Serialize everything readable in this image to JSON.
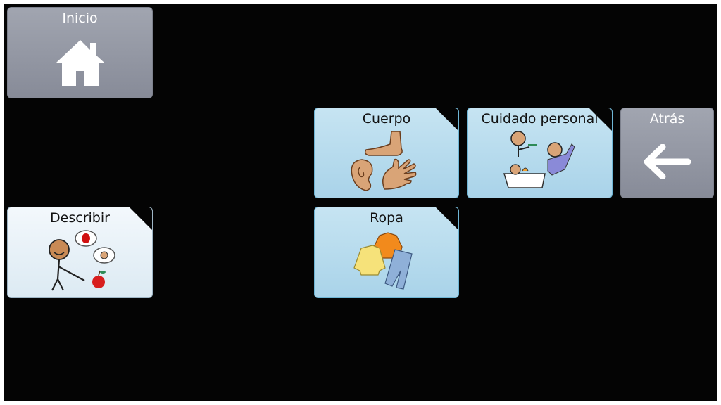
{
  "grid": {
    "home": {
      "label": "Inicio",
      "icon": "home-icon"
    },
    "cuerpo": {
      "label": "Cuerpo",
      "icon": "body-parts-icon"
    },
    "cuidado": {
      "label": "Cuidado personal",
      "icon": "personal-care-icon"
    },
    "atras": {
      "label": "Atrás",
      "icon": "arrow-left-icon"
    },
    "describir": {
      "label": "Describir",
      "icon": "describe-icon"
    },
    "ropa": {
      "label": "Ropa",
      "icon": "clothes-icon"
    }
  },
  "colors": {
    "background": "#040404",
    "nav_tile": "#9a9eaa",
    "folder_tile": "#b8dcee",
    "describe_tile": "#e8f1f8"
  }
}
